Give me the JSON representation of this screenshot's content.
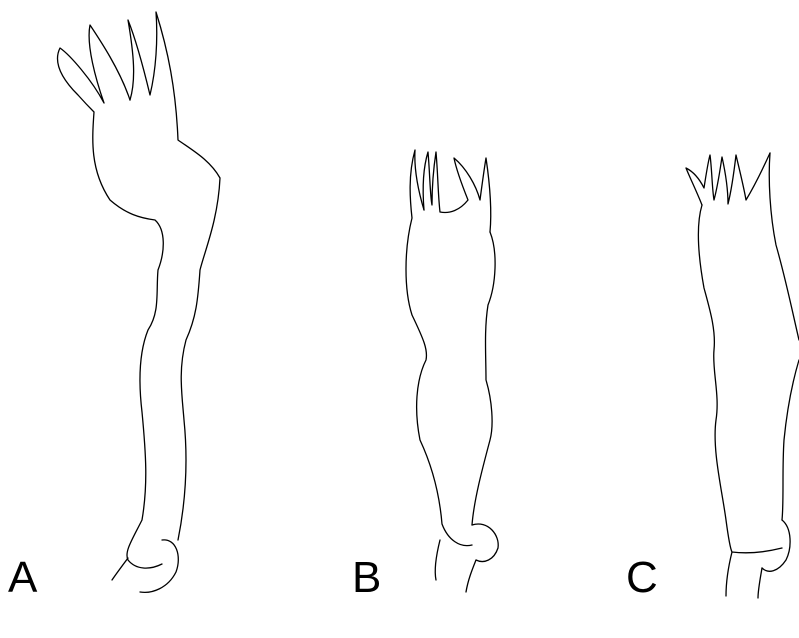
{
  "panels": [
    {
      "id": "A",
      "label": "A",
      "subject": "sclerite-outline"
    },
    {
      "id": "B",
      "label": "B",
      "subject": "sclerite-outline"
    },
    {
      "id": "C",
      "label": "C",
      "subject": "sclerite-outline"
    }
  ],
  "colors": {
    "background": "#ffffff",
    "line": "#000000"
  }
}
